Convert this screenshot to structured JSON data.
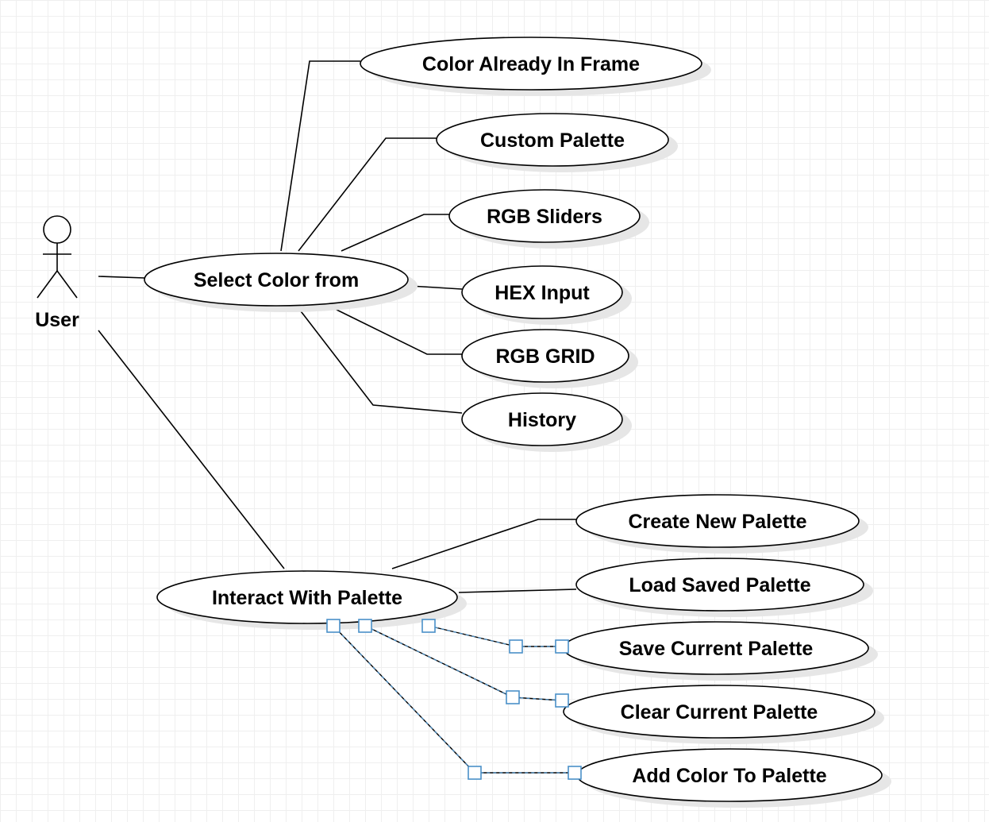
{
  "diagram": {
    "actor": {
      "name": "User"
    },
    "use_cases": {
      "select_color": "Select Color from",
      "frame": "Color Already In Frame",
      "custom_palette": "Custom Palette",
      "rgb_sliders": "RGB Sliders",
      "hex_input": "HEX Input",
      "rgb_grid": "RGB GRID",
      "history": "History",
      "interact_palette": "Interact With Palette",
      "create_palette": "Create New Palette",
      "load_palette": "Load Saved Palette",
      "save_palette": "Save Current Palette",
      "clear_palette": "Clear Current Palette",
      "add_color": "Add Color To Palette"
    }
  }
}
